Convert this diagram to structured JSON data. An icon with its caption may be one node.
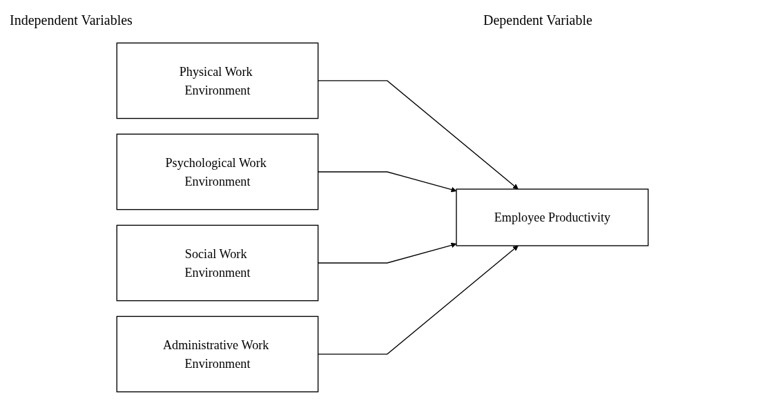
{
  "diagram": {
    "nodes": [
      {
        "text": [
          "Physical Work Environment"
        ]
      },
      {
        "text": [
          "Psychological Work Environment"
        ]
      },
      {
        "text": [
          "Social Work Environment"
        ]
      },
      {
        "text": [
          "Administrative Work Environment"
        ]
      },
      {
        "text": [
          "Employee Productivity"
        ]
      }
    ],
    "edges": [
      {
        "from": 0,
        "to": 4,
        "arrow": "to"
      },
      {
        "from": 1,
        "to": 4,
        "arrow": "to"
      },
      {
        "from": 2,
        "to": 4,
        "arrow": "to"
      },
      {
        "from": 3,
        "to": 4,
        "arrow": "to"
      }
    ],
    "labels": [
      "Independent Variables",
      "Dependent Variable"
    ]
  }
}
